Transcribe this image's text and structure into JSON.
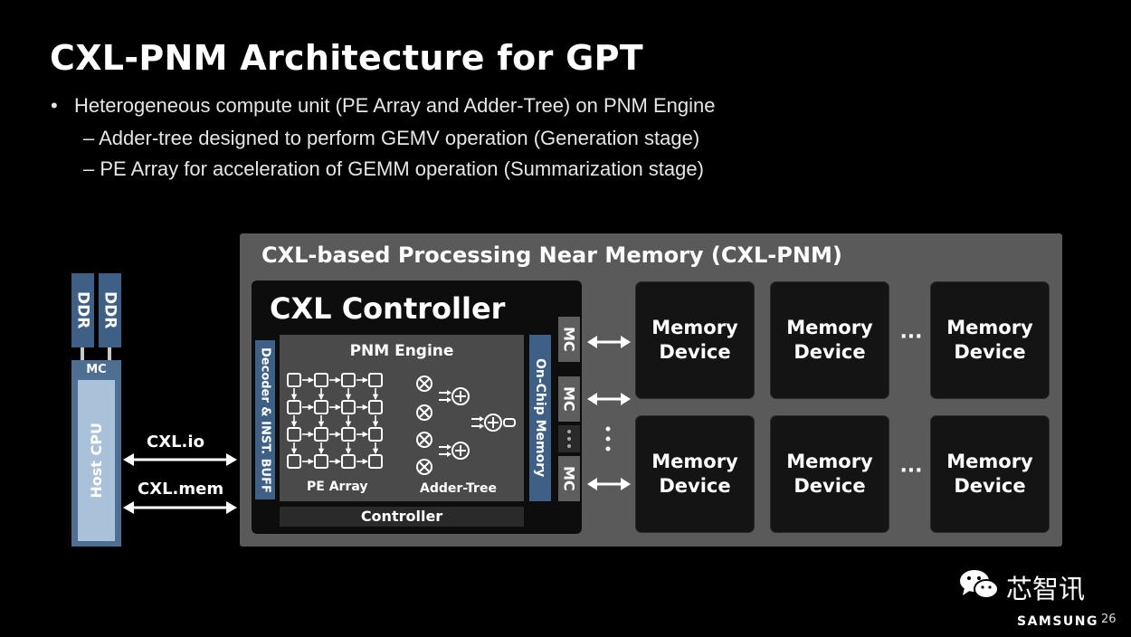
{
  "title": "CXL-PNM Architecture for GPT",
  "bullets": {
    "main": "Heterogeneous compute unit (PE Array and Adder-Tree) on PNM Engine",
    "sub1": "– Adder-tree designed to perform GEMV operation (Generation stage)",
    "sub2": "– PE Array for acceleration of GEMM operation (Summarization stage)"
  },
  "host": {
    "ddr1": "DDR",
    "ddr2": "DDR",
    "mc": "MC",
    "cpu": "Host CPU"
  },
  "links": {
    "io": "CXL.io",
    "mem": "CXL.mem"
  },
  "pnm": {
    "title": "CXL-based Processing Near Memory (CXL-PNM)",
    "controller_title": "CXL Controller",
    "decoder": "Decoder & INST. BUFF",
    "engine_title": "PNM Engine",
    "pe_array": "PE Array",
    "adder_tree": "Adder-Tree",
    "onchip_memory": "On-Chip Memory",
    "controller_bar": "Controller",
    "mc_labels": [
      "MC",
      "MC",
      "MC"
    ],
    "memory_devices": [
      {
        "line1": "Memory",
        "line2": "Device"
      },
      {
        "line1": "Memory",
        "line2": "Device"
      },
      {
        "line1": "Memory",
        "line2": "Device"
      },
      {
        "line1": "Memory",
        "line2": "Device"
      },
      {
        "line1": "Memory",
        "line2": "Device"
      },
      {
        "line1": "Memory",
        "line2": "Device"
      }
    ],
    "ellipsis": "···"
  },
  "watermark": "芯智讯",
  "brand": "SAMSUNG",
  "page_number": "26",
  "colors": {
    "panel": "#5a5a5a",
    "host_blue": "#a9c2da",
    "ddr_blue": "#3e5f86",
    "dark": "#0d0d0d"
  }
}
